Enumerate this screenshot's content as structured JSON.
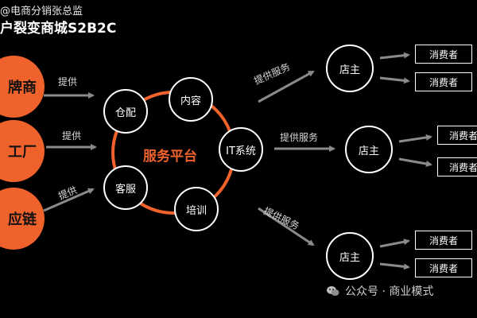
{
  "header": {
    "line1": "@电商分销张总监",
    "line2": "户裂变商城S2B2C"
  },
  "left_nodes": [
    "牌商",
    "工厂",
    "应链"
  ],
  "left_arrow_labels": [
    "提供",
    "提供",
    "提供"
  ],
  "hub": {
    "center": "服务平台",
    "satellites": {
      "warehouse": "仓配",
      "content": "内容",
      "it": "IT系统",
      "service": "客服",
      "training": "培训"
    }
  },
  "right_arrow_labels": [
    "提供服务",
    "提供服务",
    "提供服务"
  ],
  "shops": [
    "店主",
    "店主",
    "店主"
  ],
  "consumers": [
    "消费者",
    "消费者",
    "消费者",
    "消费者",
    "消费者",
    "消费者"
  ],
  "watermark": {
    "text": "公众号 · 商业模式",
    "icon": "wechat-icon"
  },
  "colors": {
    "accent": "#f0622c",
    "background": "#000000",
    "arrow": "#8a8a8a"
  }
}
